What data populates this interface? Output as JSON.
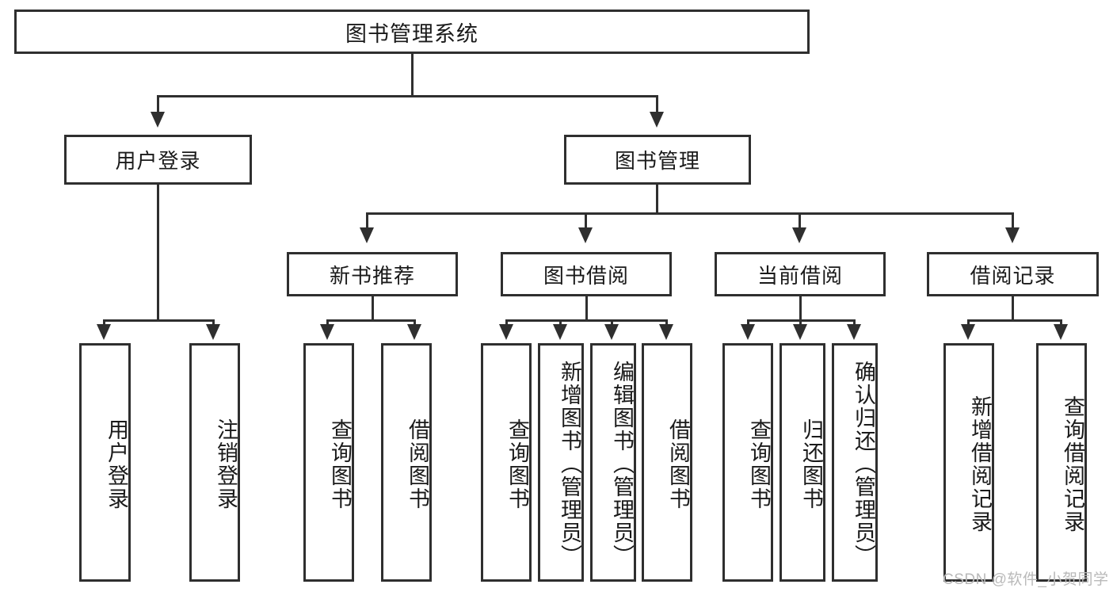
{
  "diagram": {
    "type": "hierarchy-tree",
    "title": "图书管理系统",
    "levels": 4,
    "root": {
      "label": "图书管理系统"
    },
    "level2": [
      {
        "label": "用户登录"
      },
      {
        "label": "图书管理"
      }
    ],
    "level3": [
      {
        "label": "新书推荐"
      },
      {
        "label": "图书借阅"
      },
      {
        "label": "当前借阅"
      },
      {
        "label": "借阅记录"
      }
    ],
    "leaves": {
      "user_login": [
        "用户登录",
        "注销登录"
      ],
      "new_book_recommend": [
        "查询图书",
        "借阅图书"
      ],
      "book_borrow": [
        "查询图书",
        "新增图书（管理员）",
        "编辑图书（管理员）",
        "借阅图书"
      ],
      "current_borrow": [
        "查询图书",
        "归还图书",
        "确认归还（管理员）"
      ],
      "borrow_record": [
        "新增借阅记录",
        "查询借阅记录"
      ]
    }
  },
  "watermark": {
    "text": "CSDN @软件_小贺同学"
  },
  "colors": {
    "stroke": "#2f2f2f",
    "background": "#ffffff",
    "text": "#1a1a1a",
    "watermark": "#b9b9b9"
  }
}
